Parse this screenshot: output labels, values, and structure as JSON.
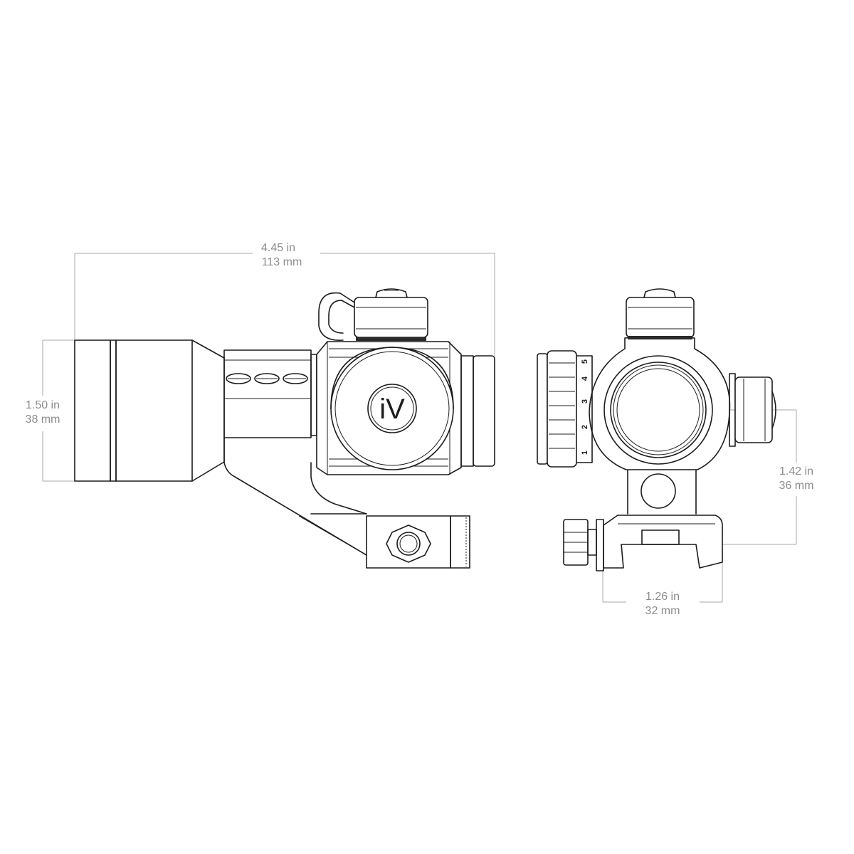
{
  "side_view": {
    "length_dimension": {
      "inches": "4.45 in",
      "mm": "113 mm"
    },
    "height_dimension": {
      "inches": "1.50 in",
      "mm": "38 mm"
    },
    "logo_mark": "iV"
  },
  "front_view": {
    "axis_height_dimension": {
      "inches": "1.42 in",
      "mm": "36 mm"
    },
    "rail_width_dimension": {
      "inches": "1.26 in",
      "mm": "32 mm"
    },
    "illumination_dial_labels": [
      "1",
      "2",
      "3",
      "4",
      "5"
    ]
  }
}
